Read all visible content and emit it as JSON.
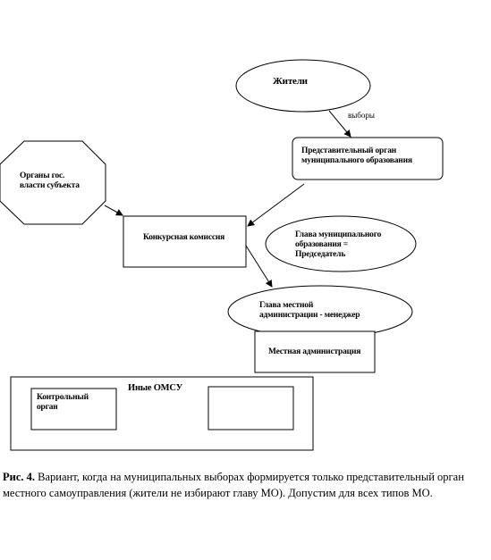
{
  "nodes": {
    "residents": "Жители",
    "elections": "выборы",
    "representative_body": "Представительный орган муниципального образования",
    "state_bodies": "Органы гос. власти субъекта",
    "competition_commission": "Конкурсная комиссия",
    "mo_head": "Глава муниципального образования = Председатель",
    "admin_head": "Глава местной администрации - менеджер",
    "local_admin": "Местная администрация",
    "other_omsu": "Иные ОМСУ",
    "control_body": "Контрольный орган",
    "empty_box": ""
  },
  "caption": {
    "label": "Рис. 4.",
    "text": "Вариант, когда на муниципальных выборах формируется только представительный орган местного самоуправления (жители не избирают главу МО). Допустим для всех типов МО."
  }
}
